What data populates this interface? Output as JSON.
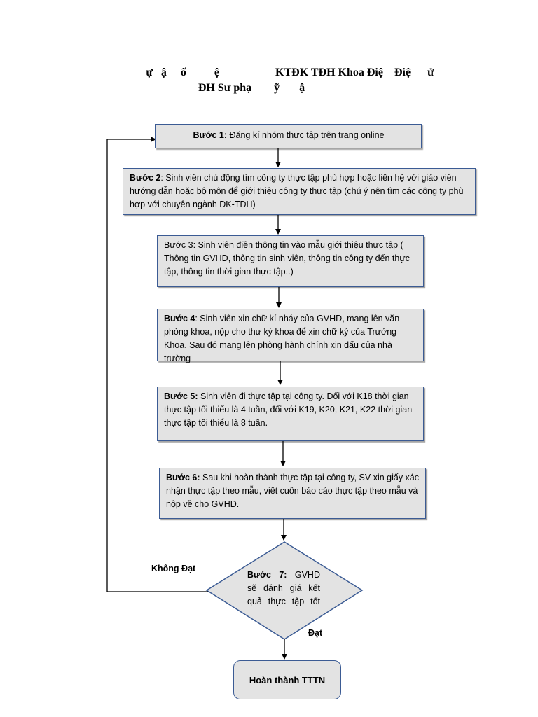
{
  "header": {
    "line1": "ự   ậ     ố          ệ                    KTĐK TĐH Khoa Điệ    Điệ      ử",
    "line2": "ĐH Sư phạ        ỹ       ậ"
  },
  "steps": [
    {
      "label": "Bước 1:",
      "text": " Đăng kí nhóm thực tập trên trang online"
    },
    {
      "label": "Bước 2",
      "text": ": Sinh viên chủ động tìm công ty thực tập phù hợp hoặc liên hệ với giáo viên hướng dẫn hoặc bộ môn để giới thiệu công ty thực tập (chú ý nên tìm các công ty phù hợp với chuyên ngành ĐK-TĐH)"
    },
    {
      "label": "",
      "text": "Bước 3: Sinh viên điền thông tin vào mẫu giới thiệu thực tập ( Thông tin GVHD, thông tin sinh viên, thông tin công ty đến thực tập, thông tin thời gian thực tập..)"
    },
    {
      "label": "Bước 4",
      "text": ": Sinh viên xin chữ kí nháy của GVHD,  mang lên văn phòng khoa, nộp cho thư ký khoa để xin chữ ký của Trưởng Khoa. Sau đó mang lên phòng hành chính xin dấu của nhà trường"
    },
    {
      "label": "Bước 5:",
      "text": " Sinh viên đi thực tập tại công ty. Đối với K18 thời gian thực tập tối thiểu là 4 tuần, đối với K19, K20, K21, K22 thời gian thực tập tối thiểu là 8 tuần."
    },
    {
      "label": "Bước 6:",
      "text": " Sau khi hoàn thành thực tập tại công ty, SV xin giấy xác nhận thực tập theo mẫu, viết cuốn báo cáo thực tập theo mẫu và nộp về cho GVHD."
    }
  ],
  "decision": {
    "label": "Bước  7:",
    "text": "  GVHD sẽ đánh giá kết quả thực tập tốt nghiệp của sinh viên"
  },
  "branches": {
    "fail": "Không Đạt",
    "pass": "Đạt"
  },
  "final": "Hoàn thành TTTN"
}
